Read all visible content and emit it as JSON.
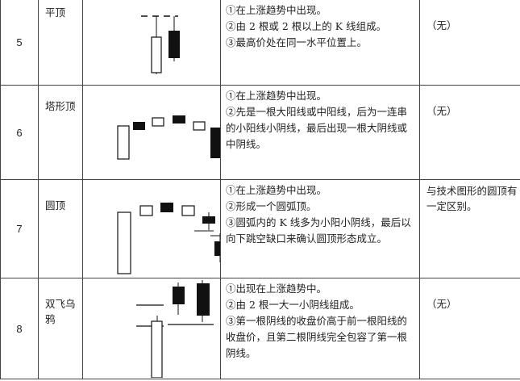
{
  "rows": [
    {
      "num": "5",
      "name": "平顶",
      "desc": [
        "①在上涨趋势中出现。",
        "②由 2 根或 2 根以上的 K 线组成。",
        "③最高价处在同一水平位置上。"
      ],
      "note": "（无）"
    },
    {
      "num": "6",
      "name": "塔形顶",
      "desc": [
        "①在上涨趋势中出现。",
        "②先是一根大阳线或中阳线，后为一连串的小阳线小阴线，最后出现一根大阴线或中阴线。"
      ],
      "note": "（无）"
    },
    {
      "num": "7",
      "name": "圆顶",
      "desc": [
        "①在上涨趋势中出现。",
        "②形成一个圆弧顶。",
        "③圆弧内的 K 线多为小阳小阴线，最后以向下跳空缺口来确认圆顶形态成立。"
      ],
      "note": "与技术图形的圆顶有一定区别。"
    },
    {
      "num": "8",
      "name": "双飞乌鸦",
      "desc": [
        "①出现在上涨趋势中。",
        "②由 2 根一大一小阴线组成。",
        "③第一根阴线的收盘价高于前一根阳线的收盘价，且第二根阴线完全包容了第一根阴线。"
      ],
      "note": "（无）"
    }
  ],
  "colors": {
    "border": "#444444",
    "candle": "#111111"
  }
}
